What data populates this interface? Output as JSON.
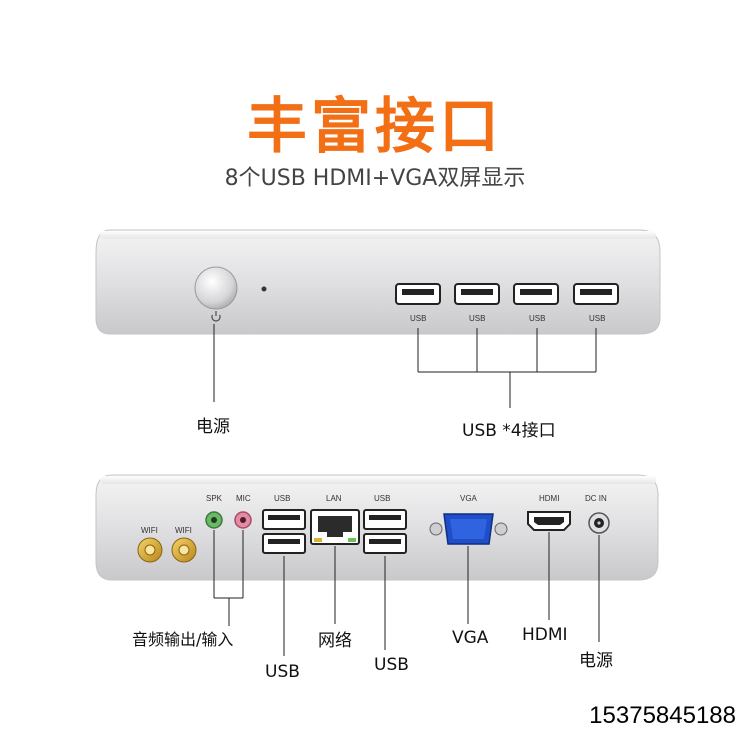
{
  "header": {
    "title": "丰富接口",
    "subtitle": "8个USB HDMI+VGA双屏显示"
  },
  "front_panel": {
    "port_labels": [
      "USB",
      "USB",
      "USB",
      "USB"
    ],
    "power_callout": "电源",
    "usb_callout": "USB *4接口"
  },
  "rear_panel": {
    "port_labels": {
      "wifi1": "WIFI",
      "wifi2": "WIFI",
      "spk": "SPK",
      "mic": "MIC",
      "usb1": "USB",
      "lan": "LAN",
      "usb2": "USB",
      "vga": "VGA",
      "hdmi": "HDMI",
      "dcin": "DC IN"
    },
    "callouts": {
      "audio": "音频输出/输入",
      "usb_left": "USB",
      "network": "网络",
      "usb_right": "USB",
      "vga": "VGA",
      "hdmi": "HDMI",
      "power": "电源"
    }
  },
  "contact": {
    "phone": "15375845188"
  },
  "colors": {
    "title": "#f26f16",
    "vga_port": "#1f4fc8",
    "wifi_antenna": "#d4a521"
  }
}
